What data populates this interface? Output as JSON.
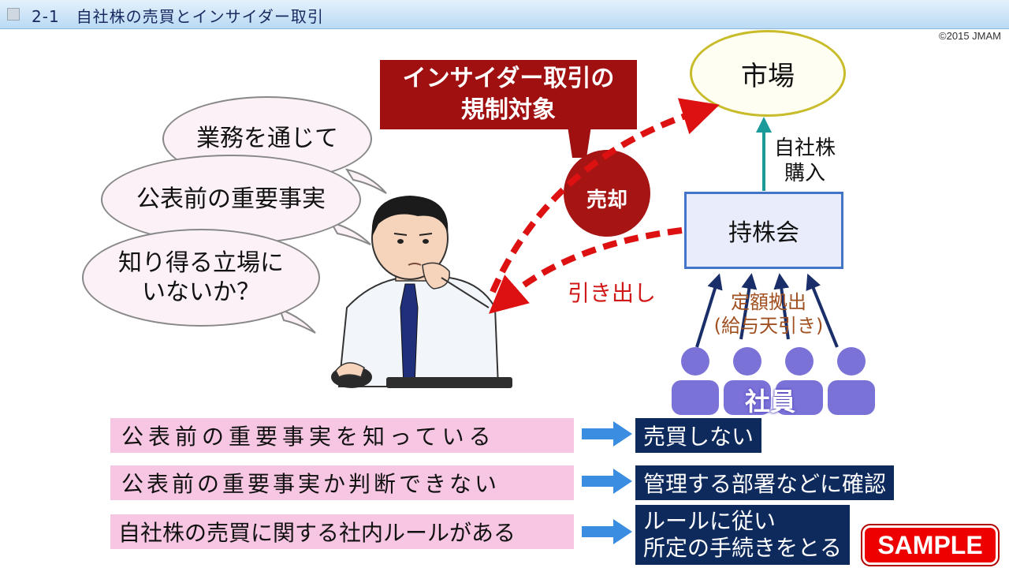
{
  "title": "2-1　自社株の売買とインサイダー取引",
  "copyright": "©2015 JMAM",
  "bubbles": {
    "b1": "業務を通じて",
    "b2": "公表前の重要事実",
    "b3_line1": "知り得る立場に",
    "b3_line2": "いないか？"
  },
  "regulation": {
    "line1": "インサイダー取引の",
    "line2": "規制対象"
  },
  "sell": "売却",
  "market": "市場",
  "buy": {
    "line1": "自社株",
    "line2": "購入"
  },
  "mochikabu": "持株会",
  "withdraw": "引き出し",
  "deposit": {
    "line1": "定額拠出",
    "line2": "(給与天引き)"
  },
  "employees": "社員",
  "rules": [
    {
      "condition": "公表前の重要事実を知っている",
      "action": "売買しない"
    },
    {
      "condition": "公表前の重要事実か判断できない",
      "action": "管理する部署などに確認"
    },
    {
      "condition": "自社株の売買に関する社内ルールがある",
      "action_line1": "ルールに従い",
      "action_line2": "所定の手続きをとる"
    }
  ],
  "sample": "SAMPLE",
  "colors": {
    "accent_red": "#a01010",
    "navy": "#0e2a5c",
    "pink": "#f6c6e2",
    "arrow_blue": "#3a8de0",
    "person_purple": "#7b72d8"
  }
}
